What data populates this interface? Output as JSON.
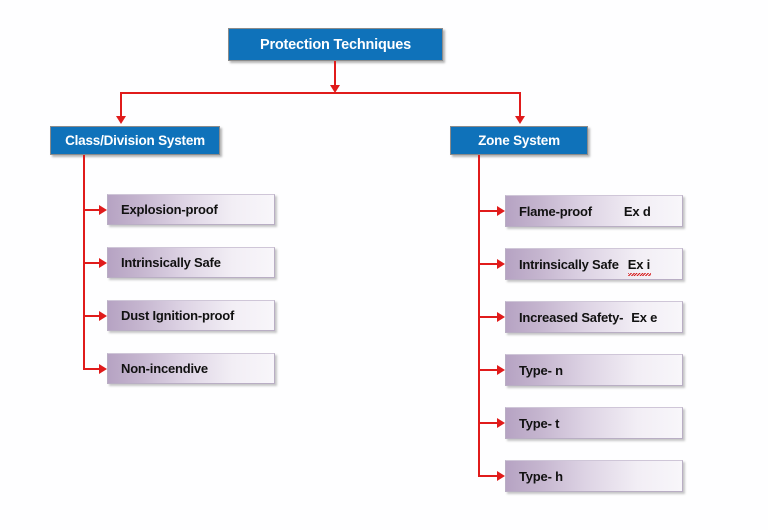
{
  "diagram": {
    "title": "Protection Techniques",
    "root": {
      "label": "Protection Techniques",
      "color": "#0f72ba"
    },
    "branches": [
      {
        "label": "Class/Division System",
        "color": "#0f72ba",
        "leaves": [
          {
            "name": "Explosion-proof",
            "code": ""
          },
          {
            "name": "Intrinsically Safe",
            "code": ""
          },
          {
            "name": "Dust Ignition-proof",
            "code": ""
          },
          {
            "name": "Non-incendive",
            "code": ""
          }
        ]
      },
      {
        "label": "Zone System",
        "color": "#0f72ba",
        "leaves": [
          {
            "name": "Flame-proof",
            "code": "Ex d"
          },
          {
            "name": "Intrinsically Safe",
            "code": "Ex i"
          },
          {
            "name": "Increased Safety-",
            "code": "Ex e"
          },
          {
            "name": "Type- n",
            "code": ""
          },
          {
            "name": "Type- t",
            "code": ""
          },
          {
            "name": "Type- h",
            "code": ""
          }
        ]
      }
    ],
    "connector_color": "#e01b1b",
    "leaf_gradient": {
      "from": "#b6a3c3",
      "to": "#f8f6fa"
    }
  }
}
